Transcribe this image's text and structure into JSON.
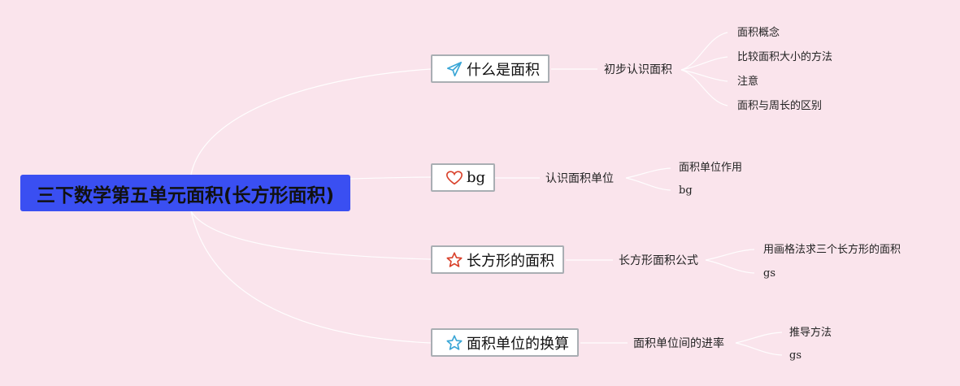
{
  "root": {
    "title": "三下数学第五单元面积(长方形面积)"
  },
  "branches": [
    {
      "label": "什么是面积",
      "icon": "paper-plane-icon",
      "icon_color": "#3aa6d6",
      "sub": "初步认识面积",
      "leaves": [
        "面积概念",
        "比较面积大小的方法",
        "注意",
        "面积与周长的区别"
      ]
    },
    {
      "label": "bg",
      "icon": "heart-icon",
      "icon_color": "#d9412b",
      "sub": "认识面积单位",
      "leaves": [
        "面积单位作用",
        "bg"
      ]
    },
    {
      "label": "长方形的面积",
      "icon": "star-icon",
      "icon_color": "#d9412b",
      "sub": "长方形面积公式",
      "leaves": [
        "用画格法求三个长方形的面积",
        "gs"
      ]
    },
    {
      "label": "面积单位的换算",
      "icon": "star-outline-icon",
      "icon_color": "#3aa6d6",
      "sub": "面积单位间的进率",
      "leaves": [
        "推导方法",
        "gs"
      ]
    }
  ],
  "colors": {
    "background": "#fae4ec",
    "root": "#3a4ff2",
    "line": "#ffffff"
  }
}
